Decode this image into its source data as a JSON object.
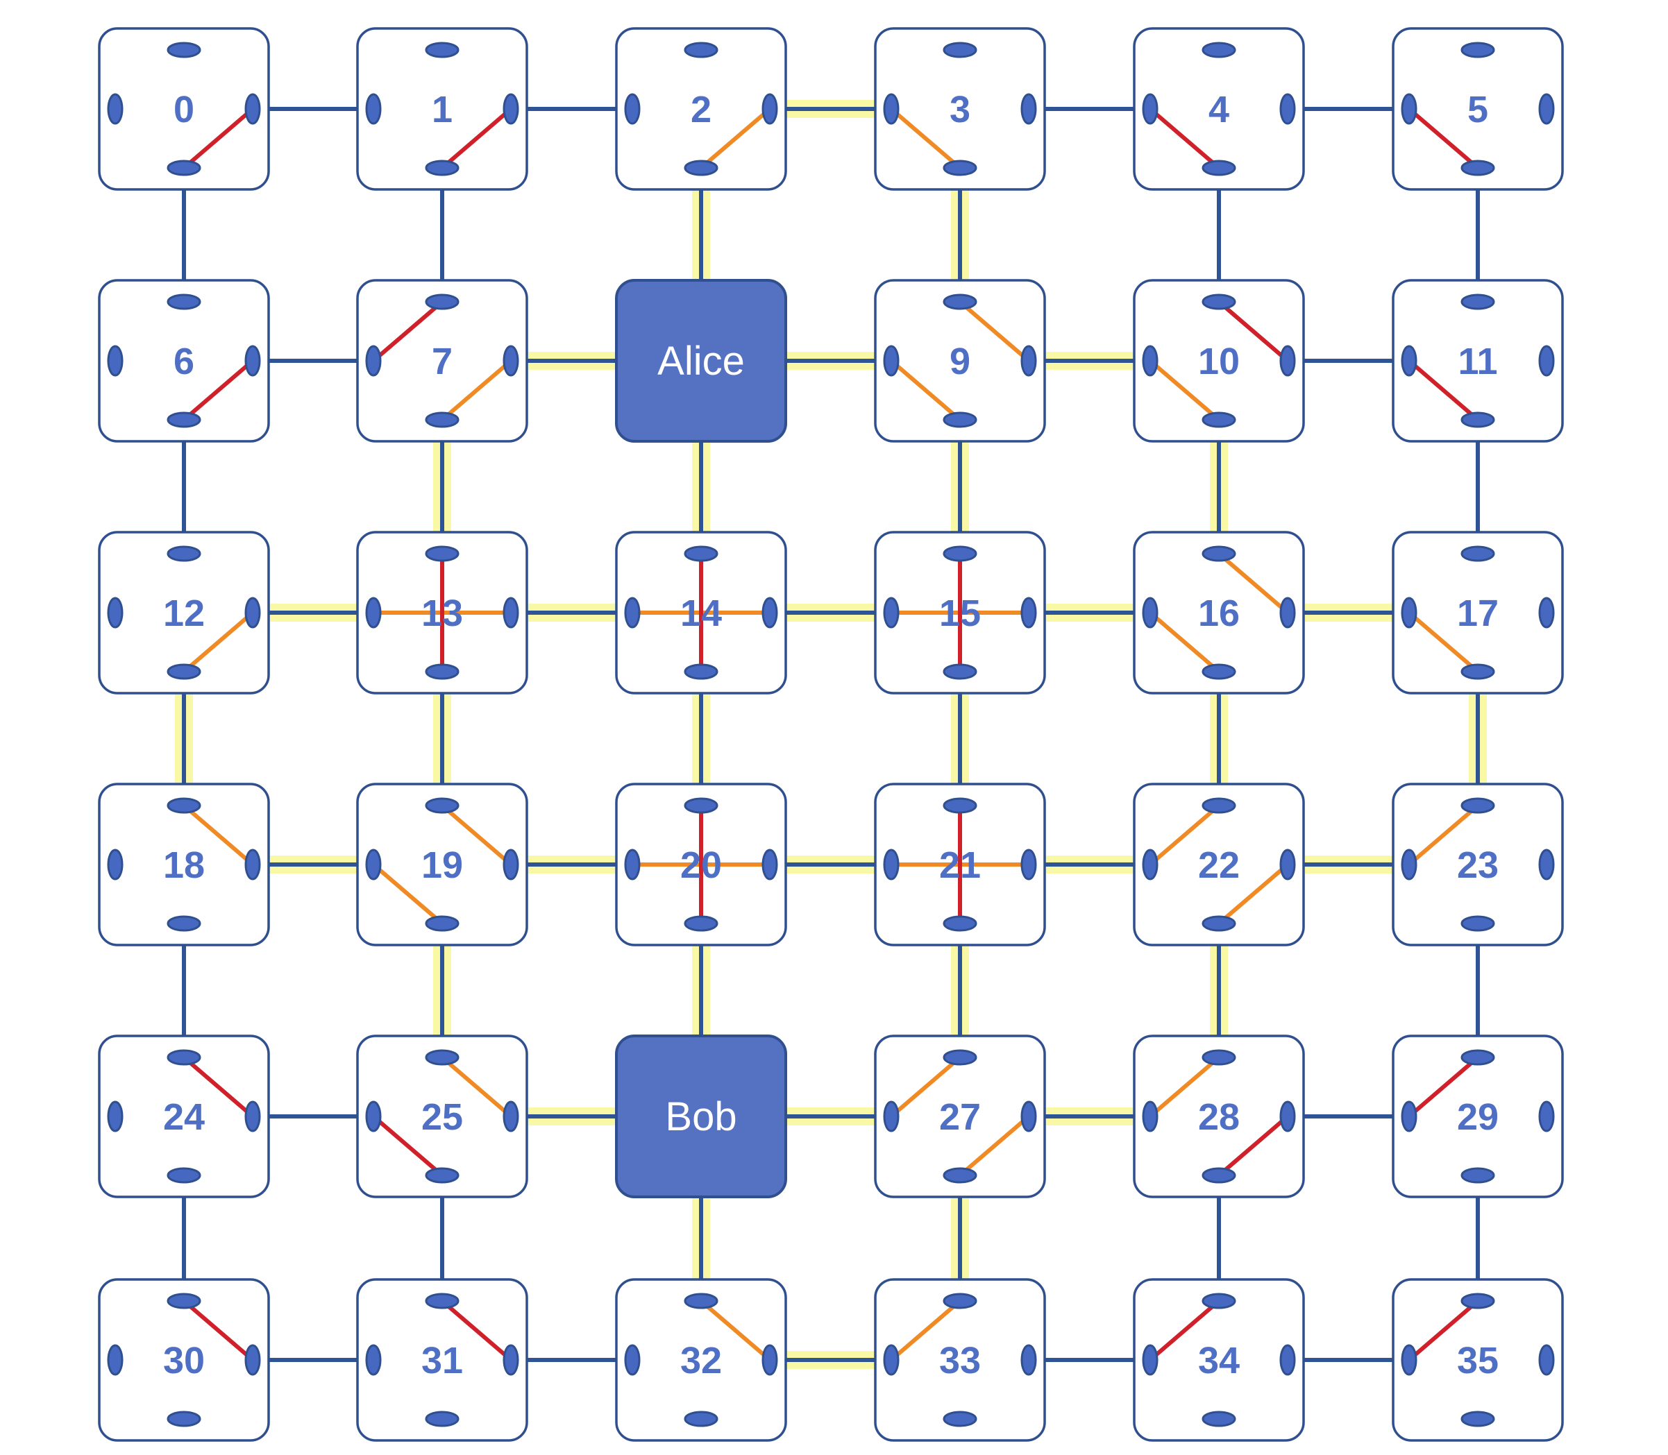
{
  "nodes": [
    "0",
    "1",
    "2",
    "3",
    "4",
    "5",
    "6",
    "7",
    "Alice",
    "9",
    "10",
    "11",
    "12",
    "13",
    "14",
    "15",
    "16",
    "17",
    "18",
    "19",
    "20",
    "21",
    "22",
    "23",
    "24",
    "25",
    "Bob",
    "27",
    "28",
    "29",
    "30",
    "31",
    "32",
    "33",
    "34",
    "35"
  ],
  "parties": {
    "alice": "Alice",
    "bob": "Bob"
  },
  "colors": {
    "node_border": "#2f4f8f",
    "node_text": "#4f6fc4",
    "party_fill": "#5471c2",
    "link": "#2f5496",
    "internal_link": "#d0202a",
    "path_link": "#f08a24",
    "highlight": "#f4f25a"
  }
}
